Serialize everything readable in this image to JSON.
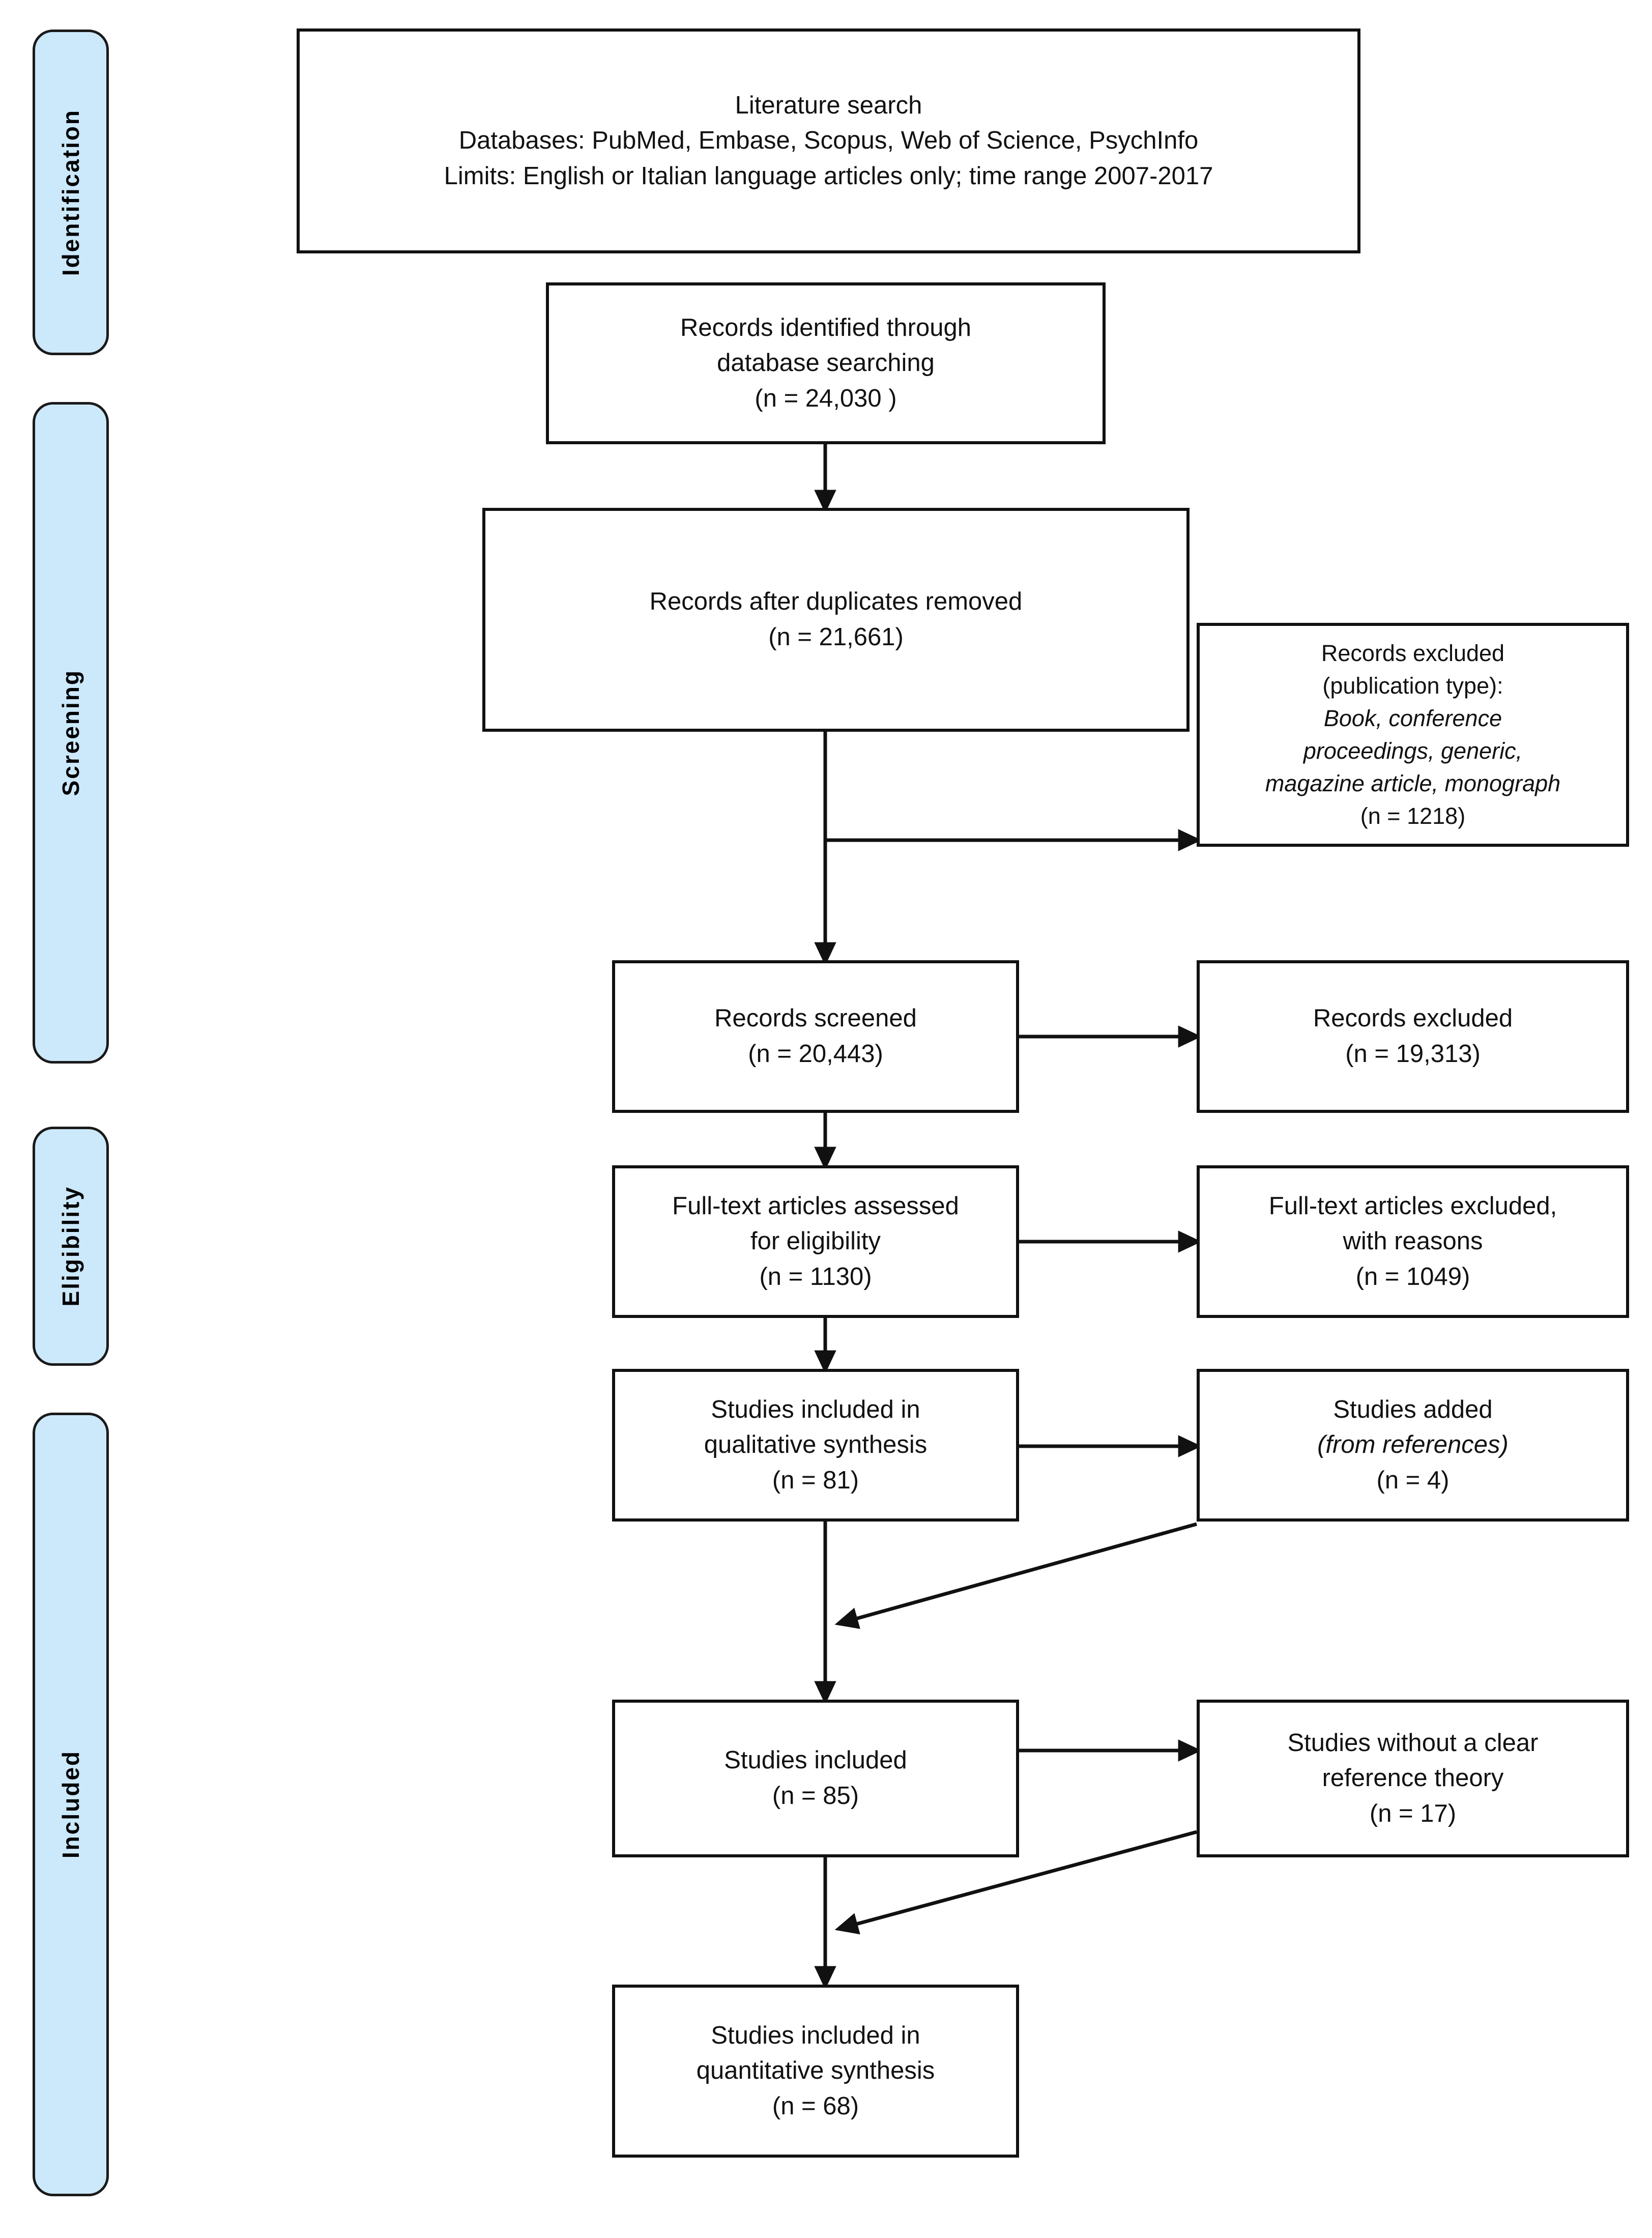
{
  "diagram": {
    "title": "PRISMA flow diagram",
    "accent_color": "#cce8fb",
    "border_color": "#111111"
  },
  "stages": [
    {
      "label": "Identification"
    },
    {
      "label": "Screening"
    },
    {
      "label": "Eligibility"
    },
    {
      "label": "Included"
    }
  ],
  "boxes": {
    "literature_search": {
      "line1": "Literature search",
      "line2": "Databases: PubMed, Embase, Scopus, Web of Science, PsychInfo",
      "line3": "Limits: English or Italian language articles only; time range 2007-2017"
    },
    "identified": {
      "line1": "Records identified through",
      "line2": "database searching",
      "line3": "(n =  24,030  )"
    },
    "after_duplicates": {
      "line1": "Records after duplicates removed",
      "line2": "(n =  21,661)"
    },
    "excluded_pubtype": {
      "line1": "Records excluded",
      "line2": "(publication type):",
      "line3": "Book, conference",
      "line4": "proceedings, generic,",
      "line5": "magazine article,  monograph",
      "line6": "(n = 1218)"
    },
    "screened": {
      "line1": "Records screened",
      "line2": "(n =  20,443)"
    },
    "excluded_screened": {
      "line1": "Records excluded",
      "line2": "(n = 19,313)"
    },
    "fulltext_assessed": {
      "line1": "Full-text articles assessed",
      "line2": "for eligibility",
      "line3": "(n = 1130)"
    },
    "fulltext_excluded": {
      "line1": "Full-text articles excluded,",
      "line2": "with reasons",
      "line3": "(n = 1049)"
    },
    "qualitative": {
      "line1": "Studies included in",
      "line2": "qualitative synthesis",
      "line3": "(n = 81)"
    },
    "studies_added": {
      "line1": "Studies added",
      "line2": "(from references)",
      "line3": "(n = 4)"
    },
    "studies_included": {
      "line1": "Studies included",
      "line2": "(n =  85)"
    },
    "no_theory": {
      "line1": "Studies without a clear",
      "line2": "reference theory",
      "line3": "(n = 17)"
    },
    "quantitative": {
      "line1": "Studies included in",
      "line2": "quantitative synthesis",
      "line3": "(n =  68)"
    }
  },
  "chart_data": {
    "type": "diagram",
    "title": "PRISMA flow diagram",
    "nodes": [
      {
        "id": "literature_search",
        "stage": "Identification",
        "label": "Literature search",
        "n": null
      },
      {
        "id": "identified",
        "stage": "Identification",
        "label": "Records identified through database searching",
        "n": 24030
      },
      {
        "id": "after_duplicates",
        "stage": "Screening",
        "label": "Records after duplicates removed",
        "n": 21661
      },
      {
        "id": "excluded_pubtype",
        "stage": "Screening",
        "label": "Records excluded (publication type)",
        "n": 1218
      },
      {
        "id": "screened",
        "stage": "Screening",
        "label": "Records screened",
        "n": 20443
      },
      {
        "id": "excluded_screened",
        "stage": "Screening",
        "label": "Records excluded",
        "n": 19313
      },
      {
        "id": "fulltext_assessed",
        "stage": "Eligibility",
        "label": "Full-text articles assessed for eligibility",
        "n": 1130
      },
      {
        "id": "fulltext_excluded",
        "stage": "Eligibility",
        "label": "Full-text articles excluded, with reasons",
        "n": 1049
      },
      {
        "id": "qualitative",
        "stage": "Included",
        "label": "Studies included in qualitative synthesis",
        "n": 81
      },
      {
        "id": "studies_added",
        "stage": "Included",
        "label": "Studies added (from references)",
        "n": 4
      },
      {
        "id": "studies_included",
        "stage": "Included",
        "label": "Studies included",
        "n": 85
      },
      {
        "id": "no_theory",
        "stage": "Included",
        "label": "Studies without a clear reference theory",
        "n": 17
      },
      {
        "id": "quantitative",
        "stage": "Included",
        "label": "Studies included in quantitative synthesis",
        "n": 68
      }
    ],
    "edges": [
      {
        "from": "identified",
        "to": "after_duplicates"
      },
      {
        "from": "after_duplicates",
        "to": "excluded_pubtype"
      },
      {
        "from": "after_duplicates",
        "to": "screened"
      },
      {
        "from": "screened",
        "to": "excluded_screened"
      },
      {
        "from": "screened",
        "to": "fulltext_assessed"
      },
      {
        "from": "fulltext_assessed",
        "to": "fulltext_excluded"
      },
      {
        "from": "fulltext_assessed",
        "to": "qualitative"
      },
      {
        "from": "qualitative",
        "to": "studies_added"
      },
      {
        "from": "qualitative",
        "to": "studies_included"
      },
      {
        "from": "studies_added",
        "to": "studies_included"
      },
      {
        "from": "studies_included",
        "to": "no_theory"
      },
      {
        "from": "studies_included",
        "to": "quantitative"
      },
      {
        "from": "no_theory",
        "to": "quantitative"
      }
    ]
  }
}
